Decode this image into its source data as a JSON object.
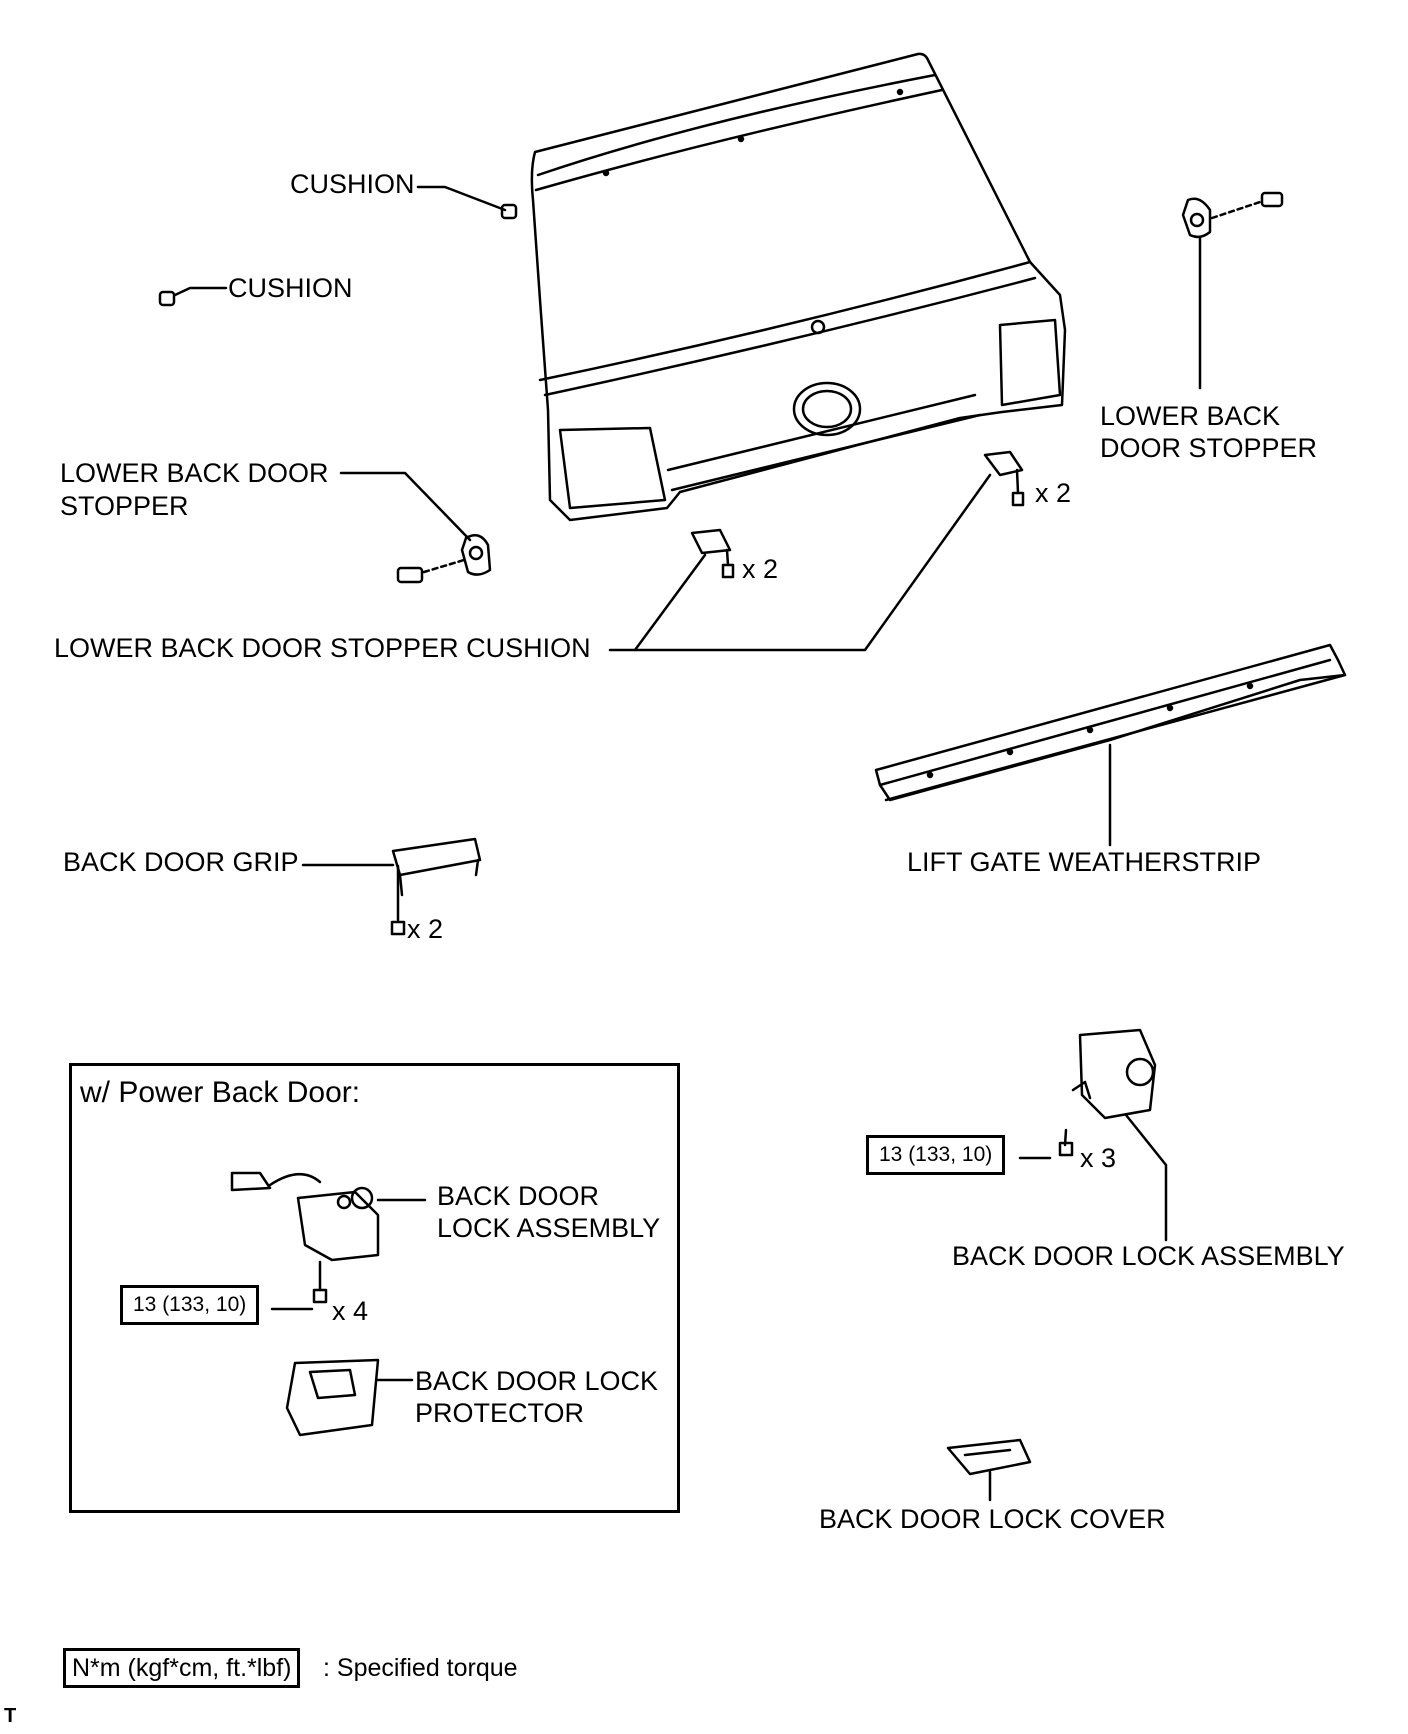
{
  "labels": {
    "cushion_top": "CUSHION",
    "cushion_left": "CUSHION",
    "lower_stopper_right": [
      "LOWER BACK",
      "DOOR STOPPER"
    ],
    "lower_stopper_left": [
      "LOWER BACK DOOR",
      "STOPPER"
    ],
    "stopper_cushion": "LOWER BACK DOOR STOPPER CUSHION",
    "weatherstrip": "LIFT GATE WEATHERSTRIP",
    "grip": "BACK DOOR GRIP",
    "lock_assembly_right": "BACK DOOR LOCK ASSEMBLY",
    "lock_cover": "BACK DOOR LOCK COVER"
  },
  "quantities": {
    "stopper_cushion_right": "x 2",
    "stopper_cushion_left": "x 2",
    "grip_bolts": "x 2",
    "lock_right_bolts": "x 3",
    "lock_power_bolts": "x 4"
  },
  "torque": {
    "lock_right": "13 (133, 10)",
    "lock_power": "13 (133, 10)"
  },
  "power_box": {
    "title": "w/ Power Back Door:",
    "lock_assembly": [
      "BACK DOOR",
      "LOCK ASSEMBLY"
    ],
    "lock_protector": [
      "BACK DOOR LOCK",
      "PROTECTOR"
    ]
  },
  "legend": {
    "unit": "N*m (kgf*cm, ft.*lbf)",
    "text": ": Specified torque"
  },
  "corner_mark": "T"
}
